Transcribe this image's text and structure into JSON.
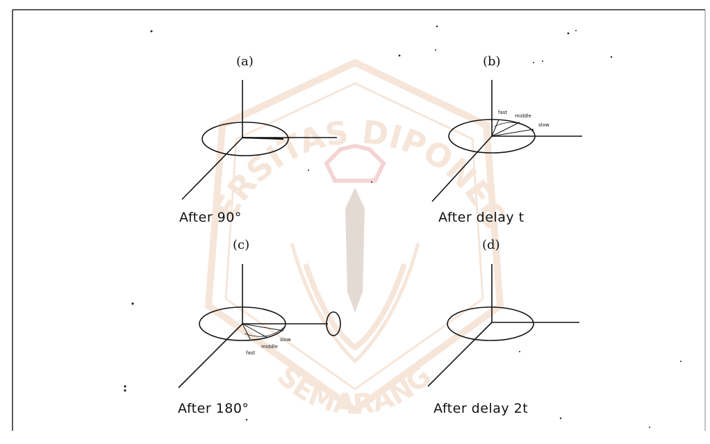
{
  "panels": [
    {
      "label": "(a)",
      "caption": "After 90°"
    },
    {
      "label": "(b)",
      "caption": "After delay t",
      "vectors": [
        "fast",
        "middle",
        "slow"
      ]
    },
    {
      "label": "(c)",
      "caption": "After 180°",
      "vectors": [
        "fast",
        "middle",
        "slow"
      ]
    },
    {
      "label": "(d)",
      "caption": "After delay 2t"
    }
  ],
  "watermark": {
    "top_text": "UNIVERSITAS DIPONEGORO",
    "bottom_text": "SEMARANG",
    "color": "#d9905a"
  }
}
